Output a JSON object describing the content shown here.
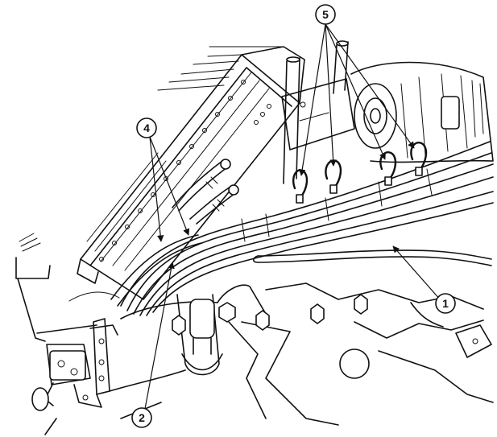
{
  "callouts": [
    {
      "id": "c1",
      "label": "1"
    },
    {
      "id": "c2",
      "label": "2"
    },
    {
      "id": "c4",
      "label": "4"
    },
    {
      "id": "c5",
      "label": "5"
    }
  ]
}
